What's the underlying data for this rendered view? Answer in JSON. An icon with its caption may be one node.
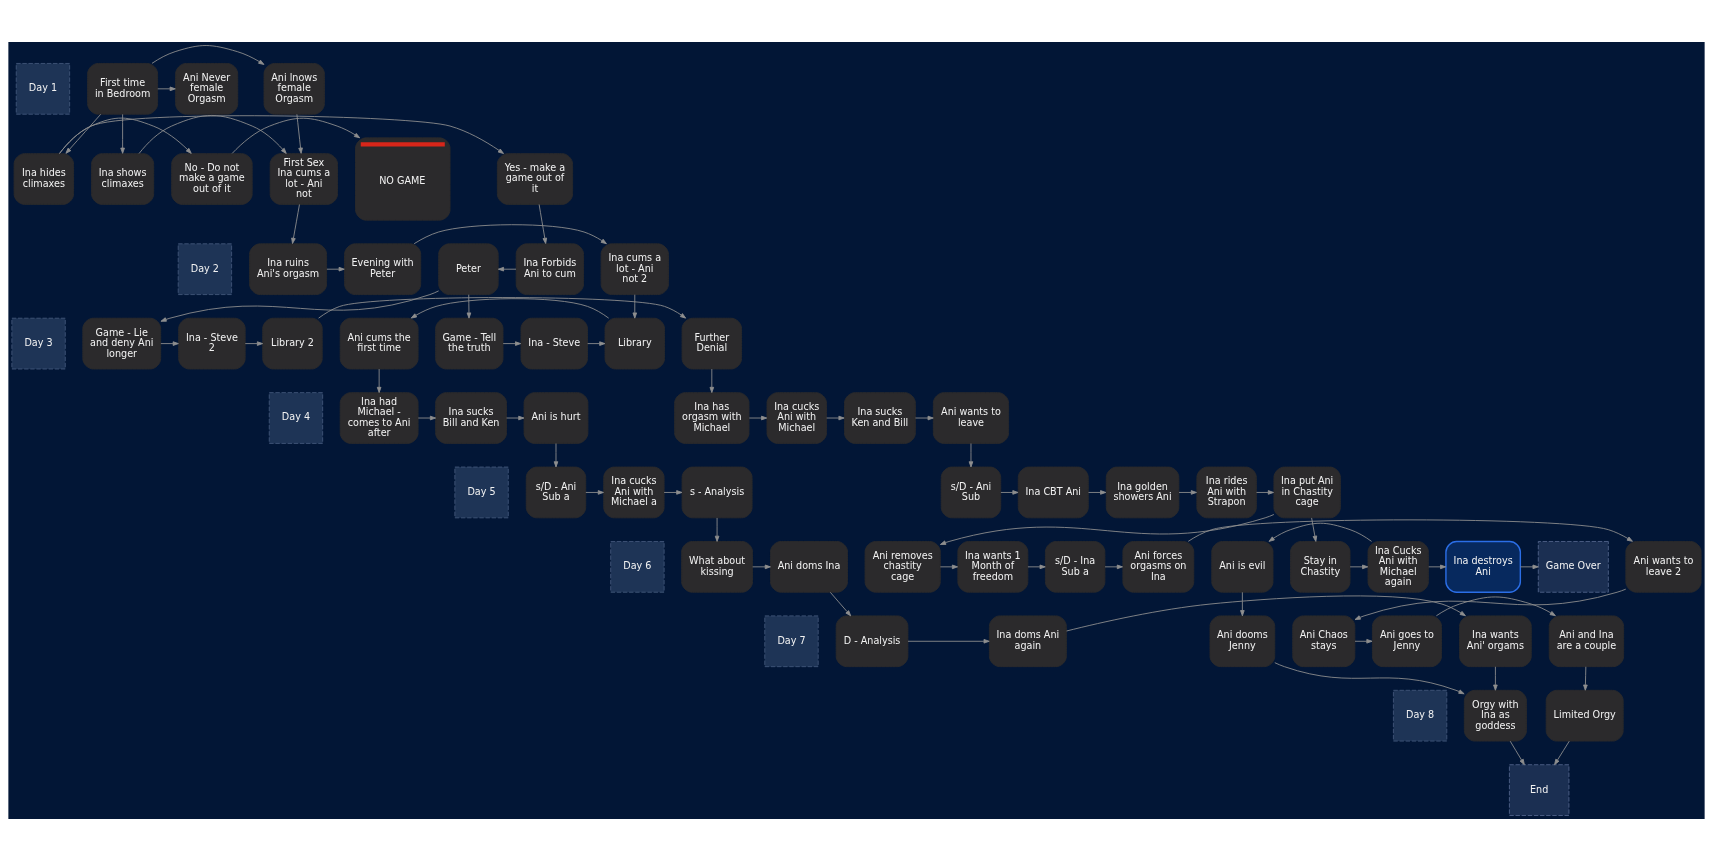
{
  "diagram": {
    "nodes": [
      {
        "text": [
          "Day 1"
        ]
      },
      {
        "text": [
          "Ani lnows female Orgasm"
        ]
      },
      {
        "text": [
          "First time in Bedroom"
        ]
      },
      {
        "text": [
          "Ani Never female Orgasm"
        ]
      },
      {
        "text": [
          "First Sex Ina cums a lot - Ani not"
        ]
      },
      {
        "text": [
          "Ina shows climaxes"
        ]
      },
      {
        "text": [
          "Yes - make a game out of it"
        ]
      },
      {
        "text": [
          "Ina hides climaxes"
        ]
      },
      {
        "text": [
          "No - Do not make a game out of it"
        ]
      },
      {
        "text": [
          "NO GAME"
        ]
      },
      {
        "text": [
          "Day 2"
        ]
      },
      {
        "text": [
          "Ina ruins Ani's orgasm"
        ]
      },
      {
        "text": [
          "Evening with Peter"
        ]
      },
      {
        "text": [
          "Ina cums a lot - Ani not 2"
        ]
      },
      {
        "text": [
          "Ina Forbids Ani to cum"
        ]
      },
      {
        "text": [
          "Peter"
        ]
      },
      {
        "text": [
          "Day 3"
        ]
      },
      {
        "text": [
          "Ani cums the first time"
        ]
      },
      {
        "text": [
          "Library"
        ]
      },
      {
        "text": [
          "Ina - Steve"
        ]
      },
      {
        "text": [
          "Game - Tell the truth"
        ]
      },
      {
        "text": [
          "Game - Lie and deny Ani longer"
        ]
      },
      {
        "text": [
          "Ina - Steve 2"
        ]
      },
      {
        "text": [
          "Library 2"
        ]
      },
      {
        "text": [
          "Further Denial"
        ]
      },
      {
        "text": [
          "Day 4"
        ]
      },
      {
        "text": [
          "Ani is hurt"
        ]
      },
      {
        "text": [
          "Ina sucks Bill and Ken"
        ]
      },
      {
        "text": [
          "Ina had Michael - comes to Ani after"
        ]
      },
      {
        "text": [
          "Ani wants to leave"
        ]
      },
      {
        "text": [
          "Ina sucks Ken and Bill"
        ]
      },
      {
        "text": [
          "Ina cucks Ani with Michael"
        ]
      },
      {
        "text": [
          "Ina has orgasm with Michael"
        ]
      },
      {
        "text": [
          "Day 5"
        ]
      },
      {
        "text": [
          "s/D - Ani Sub a"
        ]
      },
      {
        "text": [
          "Ina cucks Ani with Michael a"
        ]
      },
      {
        "text": [
          "s - Analysis"
        ]
      },
      {
        "text": [
          "s/D - Ani Sub"
        ]
      },
      {
        "text": [
          "Ina CBT Ani"
        ]
      },
      {
        "text": [
          "Ina golden showers Ani"
        ]
      },
      {
        "text": [
          "Ina rides Ani with Strapon"
        ]
      },
      {
        "text": [
          "Ina put Ani in Chastity cage"
        ]
      },
      {
        "text": [
          "Day 6"
        ]
      },
      {
        "text": [
          "What about kissing"
        ]
      },
      {
        "text": [
          "Ani doms Ina"
        ]
      },
      {
        "text": [
          "Ani wants to leave 2"
        ]
      },
      {
        "text": [
          "Ani forces orgasms on Ina"
        ]
      },
      {
        "text": [
          "s/D - Ina Sub a"
        ]
      },
      {
        "text": [
          "Ina wants 1 Month of freedom"
        ]
      },
      {
        "text": [
          "Ani removes chastity cage"
        ]
      },
      {
        "text": [
          "Stay in Chastity"
        ]
      },
      {
        "text": [
          "Ina Cucks Ani with Michael again"
        ]
      },
      {
        "text": [
          "Ani is evil"
        ]
      },
      {
        "text": [
          "Ina destroys Ani"
        ]
      },
      {
        "text": [
          "Game Over"
        ]
      },
      {
        "text": [
          "Day 7"
        ]
      },
      {
        "text": [
          "D - Analysis"
        ]
      },
      {
        "text": [
          "Ina doms Ani again"
        ]
      },
      {
        "text": [
          "Ina wants Ani' orgams"
        ]
      },
      {
        "text": [
          "Ani Chaos stays"
        ]
      },
      {
        "text": [
          "Ani goes to Jenny"
        ]
      },
      {
        "text": [
          "Ani and Ina are a couple"
        ]
      },
      {
        "text": [
          "Ani dooms Jenny"
        ]
      },
      {
        "text": [
          "Day 8"
        ]
      },
      {
        "text": [
          "Orgy with Ina as goddess"
        ]
      },
      {
        "text": [
          "Limited Orgy"
        ]
      },
      {
        "text": [
          "End"
        ]
      }
    ],
    "edges": [
      {
        "from": 2,
        "to": 1,
        "arrow": "to"
      },
      {
        "from": 2,
        "to": 3,
        "arrow": "to"
      },
      {
        "from": 2,
        "to": 7,
        "arrow": "to"
      },
      {
        "from": 2,
        "to": 5,
        "arrow": "to"
      },
      {
        "from": 1,
        "to": 4,
        "arrow": "to"
      },
      {
        "from": 5,
        "to": 4,
        "arrow": "to"
      },
      {
        "from": 4,
        "to": 11,
        "arrow": "to"
      },
      {
        "from": 11,
        "to": 12,
        "arrow": "to"
      },
      {
        "from": 12,
        "to": 13,
        "arrow": "to"
      },
      {
        "from": 13,
        "to": 18,
        "arrow": "to"
      },
      {
        "from": 7,
        "to": 6,
        "arrow": "to"
      },
      {
        "from": 7,
        "to": 8,
        "arrow": "to"
      },
      {
        "from": 6,
        "to": 14,
        "arrow": "to"
      },
      {
        "from": 8,
        "to": 9,
        "arrow": "to"
      },
      {
        "from": 14,
        "to": 15,
        "arrow": "to"
      },
      {
        "from": 15,
        "to": 20,
        "arrow": "to"
      },
      {
        "from": 15,
        "to": 21,
        "arrow": "to"
      },
      {
        "from": 20,
        "to": 19,
        "arrow": "to"
      },
      {
        "from": 19,
        "to": 18,
        "arrow": "to"
      },
      {
        "from": 18,
        "to": 17,
        "arrow": "to"
      },
      {
        "from": 17,
        "to": 28,
        "arrow": "to"
      },
      {
        "from": 28,
        "to": 27,
        "arrow": "to"
      },
      {
        "from": 27,
        "to": 26,
        "arrow": "to"
      },
      {
        "from": 26,
        "to": 34,
        "arrow": "to"
      },
      {
        "from": 34,
        "to": 35,
        "arrow": "to"
      },
      {
        "from": 35,
        "to": 36,
        "arrow": "to"
      },
      {
        "from": 36,
        "to": 43,
        "arrow": "to"
      },
      {
        "from": 43,
        "to": 44,
        "arrow": "to"
      },
      {
        "from": 44,
        "to": 56,
        "arrow": "to"
      },
      {
        "from": 56,
        "to": 57,
        "arrow": "to"
      },
      {
        "from": 57,
        "to": 58,
        "arrow": "to"
      },
      {
        "from": 58,
        "to": 64,
        "arrow": "to"
      },
      {
        "from": 64,
        "to": 66,
        "arrow": "to"
      },
      {
        "from": 21,
        "to": 22,
        "arrow": "to"
      },
      {
        "from": 22,
        "to": 23,
        "arrow": "to"
      },
      {
        "from": 23,
        "to": 24,
        "arrow": "to"
      },
      {
        "from": 24,
        "to": 32,
        "arrow": "to"
      },
      {
        "from": 32,
        "to": 31,
        "arrow": "to"
      },
      {
        "from": 31,
        "to": 30,
        "arrow": "to"
      },
      {
        "from": 30,
        "to": 29,
        "arrow": "to"
      },
      {
        "from": 29,
        "to": 37,
        "arrow": "to"
      },
      {
        "from": 37,
        "to": 38,
        "arrow": "to"
      },
      {
        "from": 38,
        "to": 39,
        "arrow": "to"
      },
      {
        "from": 39,
        "to": 40,
        "arrow": "to"
      },
      {
        "from": 40,
        "to": 41,
        "arrow": "to"
      },
      {
        "from": 41,
        "to": 49,
        "arrow": "to"
      },
      {
        "from": 41,
        "to": 50,
        "arrow": "to"
      },
      {
        "from": 49,
        "to": 48,
        "arrow": "to"
      },
      {
        "from": 48,
        "to": 47,
        "arrow": "to"
      },
      {
        "from": 47,
        "to": 46,
        "arrow": "to"
      },
      {
        "from": 46,
        "to": 45,
        "arrow": "to"
      },
      {
        "from": 45,
        "to": 59,
        "arrow": "to"
      },
      {
        "from": 59,
        "to": 60,
        "arrow": "to"
      },
      {
        "from": 60,
        "to": 61,
        "arrow": "to"
      },
      {
        "from": 61,
        "to": 65,
        "arrow": "to"
      },
      {
        "from": 65,
        "to": 66,
        "arrow": "to"
      },
      {
        "from": 50,
        "to": 51,
        "arrow": "to"
      },
      {
        "from": 51,
        "to": 53,
        "arrow": "to"
      },
      {
        "from": 51,
        "to": 52,
        "arrow": "to"
      },
      {
        "from": 53,
        "to": 54,
        "arrow": "to"
      },
      {
        "from": 52,
        "to": 62,
        "arrow": "to"
      },
      {
        "from": 62,
        "to": 64,
        "arrow": "to"
      }
    ]
  }
}
